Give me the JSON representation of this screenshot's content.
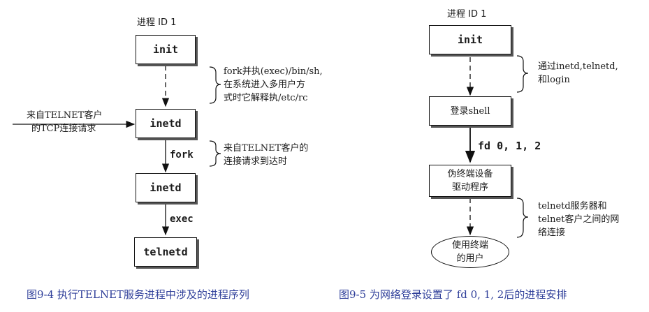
{
  "fig4": {
    "header": "进程 ID 1",
    "boxes": [
      "init",
      "inetd",
      "inetd",
      "telnetd"
    ],
    "incoming_label": [
      "来自TELNET客户",
      "的TCP连接请求"
    ],
    "note1": [
      "fork并执(exec)/bin/sh,",
      "在系统进入多用户方",
      "式时它解释执/etc/rc"
    ],
    "note2": [
      "来自TELNET客户的",
      "连接请求到达时"
    ],
    "edge_fork": "fork",
    "edge_exec": "exec",
    "caption": "图9-4   执行TELNET服务进程中涉及的进程序列"
  },
  "fig5": {
    "header": "进程 ID 1",
    "init": "init",
    "shell": "登录shell",
    "pty": [
      "伪终端设备",
      "驱动程序"
    ],
    "user": [
      "使用终端",
      "的用户"
    ],
    "note1": [
      "通过inetd,telnetd,",
      "和login"
    ],
    "edge_fd": "fd 0, 1, 2",
    "note2": [
      "telnetd服务器和",
      "telnet客户之间的网",
      "络连接"
    ],
    "caption": "图9-5   为网络登录设置了 fd 0, 1, 2后的进程安排"
  }
}
